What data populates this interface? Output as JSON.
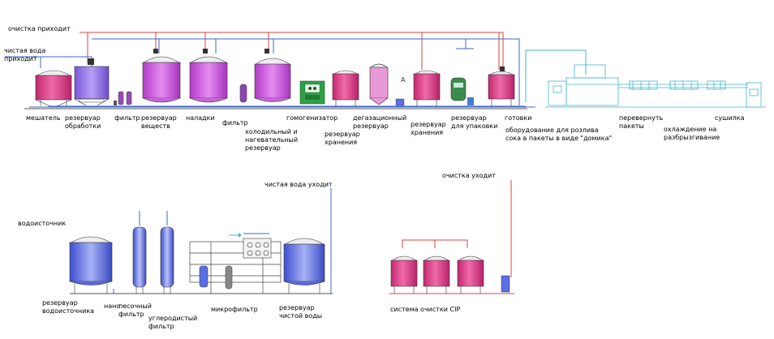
{
  "top_line": {
    "cleaning_in": "очистка приходит",
    "clean_water_in": "чистая вода\nприходит",
    "equipment": [
      {
        "key": "mixer",
        "label": "мешатель"
      },
      {
        "key": "treatment_tank",
        "label": "резервуар\nобработки"
      },
      {
        "key": "filter_1",
        "label": "фильтр"
      },
      {
        "key": "substance_tank",
        "label": "резервуар\nвеществ"
      },
      {
        "key": "adjust_tank",
        "label": "наладки"
      },
      {
        "key": "filter_2",
        "label": "фильтр"
      },
      {
        "key": "cold_hot_tank",
        "label": "холодильный и\nнагевательный\nрезервуар"
      },
      {
        "key": "homogenizer",
        "label": "гомогенизатор"
      },
      {
        "key": "storage_tank_1",
        "label": "резервуар\nхранения"
      },
      {
        "key": "degassing_tank",
        "label": "дегазационный\nрезервуар"
      },
      {
        "key": "storage_tank_2",
        "label": "резервуар\nхранения"
      },
      {
        "key": "packing_tank",
        "label": "резервуар\nдля упаковки"
      },
      {
        "key": "ready_tank",
        "label": "готовки"
      },
      {
        "key": "filling_machine",
        "label": "оборудование для розлива\nсока в пакеты в виде \"домика\""
      },
      {
        "key": "turn_packets",
        "label": "перевернуть\nпакеты"
      },
      {
        "key": "spray_cooling",
        "label": "охлаждение на\nразбрызгивание"
      },
      {
        "key": "dryer",
        "label": "сушилка"
      }
    ]
  },
  "bottom_line": {
    "clean_water_out": "чистая вода уходит",
    "cleaning_out": "очистка уходит",
    "equipment": [
      {
        "key": "water_source",
        "label": "водоисточник"
      },
      {
        "key": "source_tank",
        "label": "резервуар\nводоисточника"
      },
      {
        "key": "sand_filter",
        "label": "песочный\nфильтр"
      },
      {
        "key": "nano",
        "label": "нано"
      },
      {
        "key": "carbon_filter",
        "label": "углеродистый\nфильтр"
      },
      {
        "key": "microfilter",
        "label": "микрофильтр"
      },
      {
        "key": "clean_water_tank",
        "label": "резервуар\nчистой воды"
      },
      {
        "key": "cip_system",
        "label": "система очистки CIP"
      }
    ]
  },
  "colors": {
    "pipe_red": "#d9463c",
    "pipe_blue": "#3c64c8",
    "pipe_cyan": "#46b4d2",
    "tank_pink": "#e13c8c",
    "tank_violet": "#c850dc",
    "tank_blue_violet": "#8c6ee6",
    "tank_blue": "#5a6ee6",
    "homogenizer_green": "#2fa046",
    "packing_green": "#3c8c50",
    "outline": "#3a3a3a"
  }
}
